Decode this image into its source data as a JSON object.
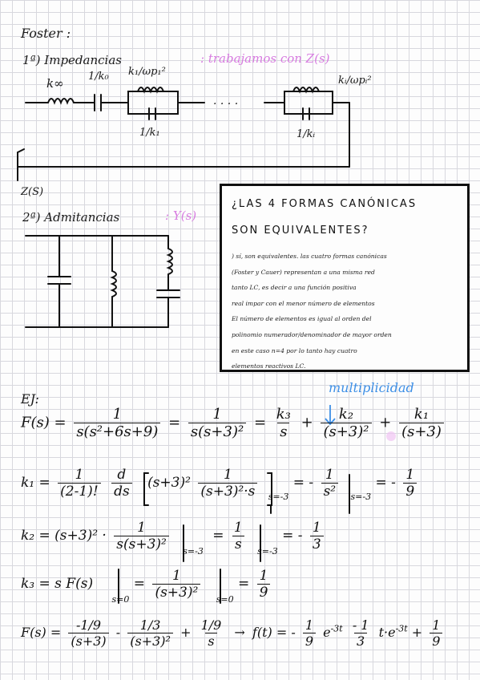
{
  "foster_title": "Foster :",
  "section1": {
    "label": "1ª) Impedancias",
    "note": ": trabajamos con Z(s)",
    "label_kinf": "k∞",
    "label_1_over_k0": "1/k₀",
    "label_ki_wpi_1": "k₁/ωp₁²",
    "label_ki_wpi_i": "kᵢ/ωpᵢ²",
    "label_1_over_k1": "1/k₁",
    "label_1_over_ki": "1/kᵢ",
    "dots": ". . . .",
    "z_label": "Z(S)"
  },
  "section2": {
    "label": "2ª) Admitancias",
    "note": ": Y(s)"
  },
  "box": {
    "title_line1": "¿LAS 4 FORMAS CANÓNICAS",
    "title_line2": "SON EQUIVALENTES?",
    "body_lines": [
      ") sí, son equivalentes. las cuatro formas canónicas",
      "(Foster y Cauer) representan a una misma red",
      "tanto LC, es decir a una función positiva",
      "real impar con el menor número de elementos",
      "El número de elementos es igual al orden del",
      "polinomio numerador/denominador de mayor orden",
      "en este caso n=4 por lo tanto hay cuatro",
      "elementos reactivos LC."
    ]
  },
  "example": {
    "label": "EJ:",
    "multiplicidad": "multiplicidad",
    "F_lhs": "F(s) =",
    "F_den1": "s(s²+6s+9)",
    "F_den2": "s(s+3)²",
    "one": "1",
    "k3": "k₃",
    "k2": "k₂",
    "k1": "k₁",
    "s": "s",
    "s_plus_3_sq": "(s+3)²",
    "s_plus_3": "(s+3)",
    "eq": "=",
    "plus": "+",
    "k1_lhs": "k₁ =",
    "k1_coef_den": "(2-1)!",
    "k1_deriv_num": "d",
    "k1_deriv_den": "ds",
    "k1_bracket_left": "(s+3)²",
    "k1_inner_den": "(s+3)²·s",
    "k1_eval": "s=-3",
    "k1_mid": "= -",
    "k1_mid_den": "s²",
    "k1_res": "= -",
    "k1_res_den": "9",
    "k2_lhs": "k₂ = (s+3)² ·",
    "k2_den": "s(s+3)²",
    "k2_eval": "s=-3",
    "k2_mid_den": "s",
    "k2_res": "= -",
    "k2_res_den": "3",
    "k3_lhs": "k₃ = s F(s)",
    "k3_eval": "s=0",
    "k3_den": "(s+3)²",
    "k3_res_den": "9",
    "last_lhs": "F(s) =",
    "last_t1_num": "-1/9",
    "last_t2_num": "1/3",
    "last_t3_num": "1/9",
    "minus": "-",
    "arrow": "→",
    "ft": "f(t) = -",
    "ft_9": "9",
    "ft_e1": "e",
    "ft_exp1": "-3t",
    "ft_third": "- 1",
    "ft_3": "3",
    "ft_te": "t·e",
    "ft_exp2": "-3t",
    "ft_plus": "+",
    "ft_last_den": "9"
  }
}
